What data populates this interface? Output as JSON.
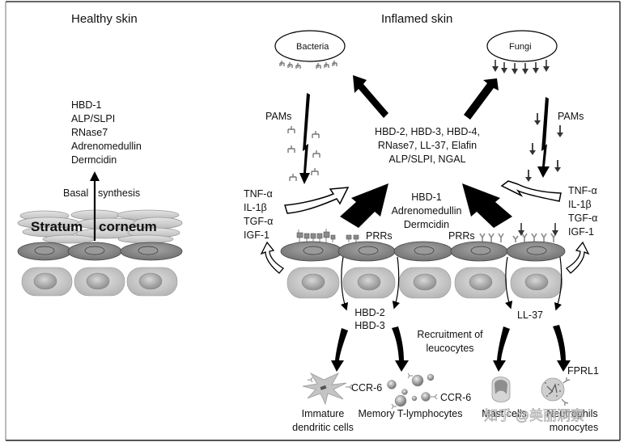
{
  "healthy": {
    "title": "Healthy skin",
    "peptides": [
      "HBD-1",
      "ALP/SLPI",
      "RNase7",
      "Adrenomedullin",
      "Dermcidin"
    ],
    "basal_label_left": "Basal",
    "basal_label_right": "synthesis",
    "stratum_left": "Stratum",
    "stratum_right": "corneum"
  },
  "inflamed": {
    "title": "Inflamed skin",
    "bacteria": "Bacteria",
    "fungi": "Fungi",
    "pams_left": "PAMs",
    "pams_right": "PAMs",
    "induced_peptides": [
      "HBD-2, HBD-3, HBD-4,",
      "RNase7, LL-37, Elafin",
      "ALP/SLPI, NGAL"
    ],
    "constitutive_peptides": [
      "HBD-1",
      "Adrenomedullin",
      "Dermcidin"
    ],
    "cytokines_left": [
      "TNF-α",
      "IL-1β",
      "TGF-α",
      "IGF-1"
    ],
    "cytokines_right": [
      "TNF-α",
      "IL-1β",
      "TGF-α",
      "IGF-1"
    ],
    "prrs_left": "PRRs",
    "prrs_right": "PRRs",
    "hbd_out": [
      "HBD-2",
      "HBD-3"
    ],
    "ll37_out": "LL-37",
    "recruitment": [
      "Recruitment of",
      "leucocytes"
    ],
    "ccr6_a": "CCR-6",
    "ccr6_b": "CCR-6",
    "fprl1": "FPRL1",
    "cells": {
      "dendritic": [
        "Immature",
        "dendritic cells"
      ],
      "memory": "Memory T-lymphocytes",
      "mast": "Mast cells",
      "neutrophils": [
        "Neutrophils",
        "monocytes"
      ]
    }
  },
  "watermark": "知乎 @美丽洞察",
  "colors": {
    "frame": "#555555",
    "arrow": "#000000",
    "cell_dark": "#8a8a8a",
    "cell_light": "#c8c8c8",
    "receptor": "#7a7a7a"
  }
}
